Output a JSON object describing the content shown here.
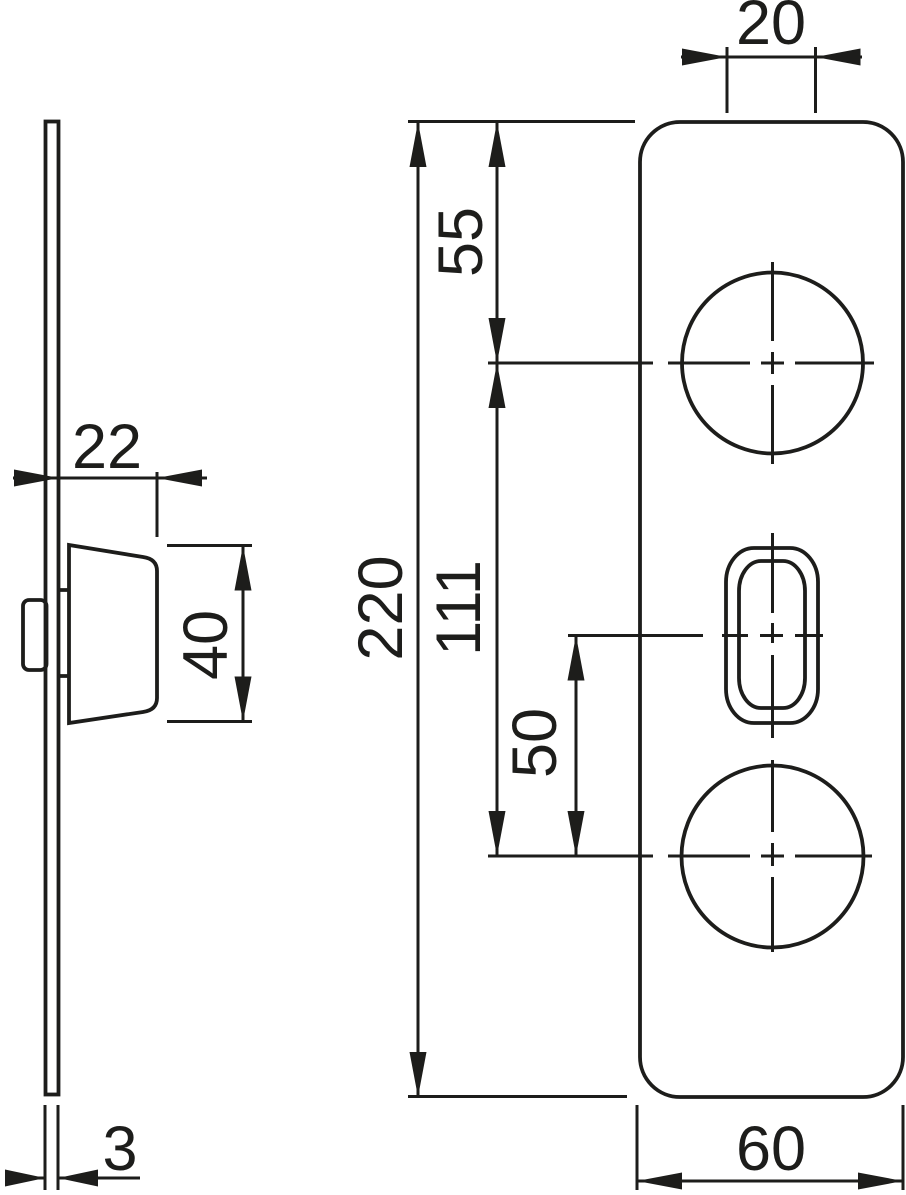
{
  "drawing": {
    "line_color": "#1d1d1b",
    "background": "#ffffff",
    "front_view": {
      "dimensions": {
        "cutout_width_top": "20",
        "top_edge_to_handle_hole": "55",
        "plate_height": "220",
        "handle_hole_to_bottom_hole": "111",
        "cylinder_center_to_bottom_hole": "50",
        "plate_width": "60"
      }
    },
    "side_view": {
      "dimensions": {
        "knob_projection": "22",
        "knob_height": "40",
        "plate_thickness": "3"
      }
    }
  }
}
